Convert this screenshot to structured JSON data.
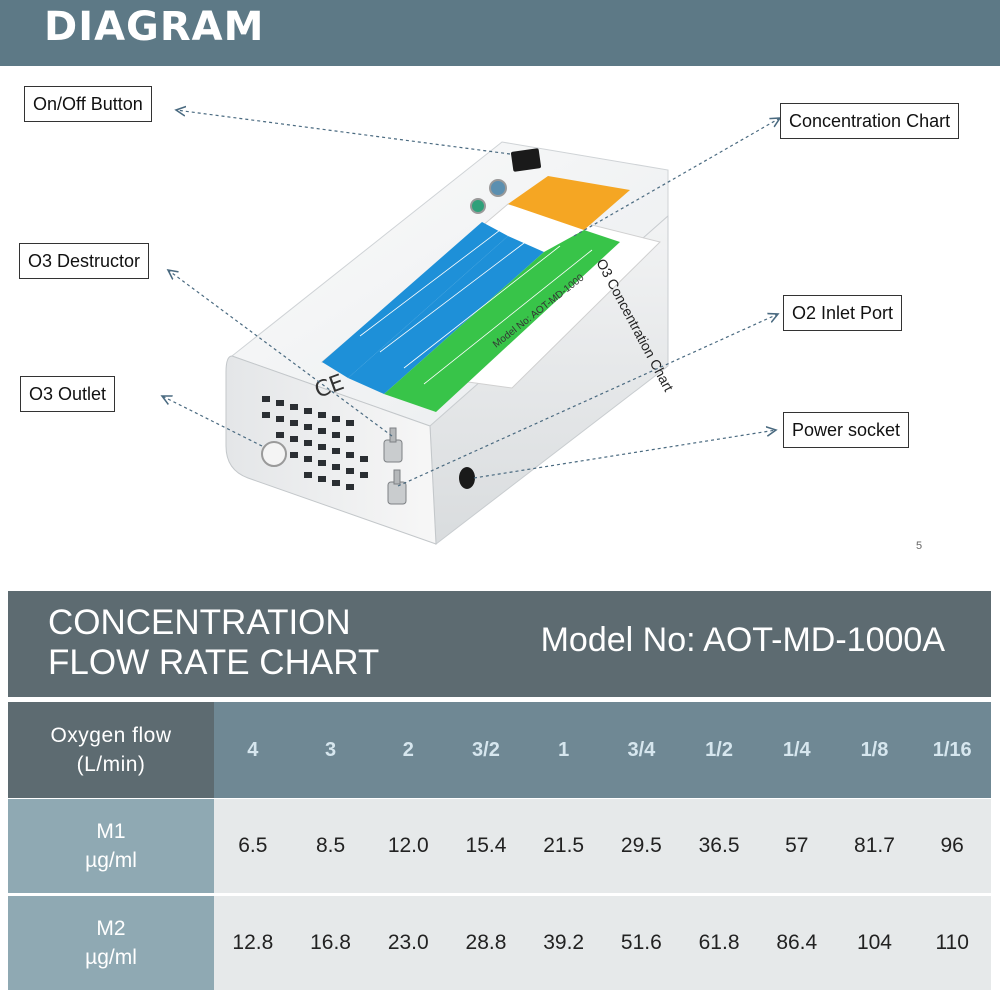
{
  "banner": {
    "title": "DIAGRAM"
  },
  "diagram": {
    "callouts": {
      "on_off": "On/Off Button",
      "concentration_chart": "Concentration Chart",
      "o3_destructor": "O3 Destructor",
      "o2_inlet": "O2 Inlet Port",
      "o3_outlet": "O3 Outlet",
      "power_socket": "Power socket"
    },
    "page_number": "5",
    "device_labels": {
      "chart_title": "O3 Concentration Chart",
      "model": "Model No: AOT-MD-1000",
      "ce_mark": "CE"
    }
  },
  "chart": {
    "title_line1": "CONCENTRATION",
    "title_line2": "FLOW RATE  CHART",
    "model": "Model No: AOT-MD-1000A",
    "header_label_line1": "Oxygen flow",
    "header_label_line2": "(L/min)",
    "flows": [
      "4",
      "3",
      "2",
      "3/2",
      "1",
      "3/4",
      "1/2",
      "1/4",
      "1/8",
      "1/16"
    ],
    "rows": [
      {
        "label_line1": "M1",
        "label_line2": "µg/ml",
        "values": [
          "6.5",
          "8.5",
          "12.0",
          "15.4",
          "21.5",
          "29.5",
          "36.5",
          "57",
          "81.7",
          "96"
        ]
      },
      {
        "label_line1": "M2",
        "label_line2": "µg/ml",
        "values": [
          "12.8",
          "16.8",
          "23.0",
          "28.8",
          "39.2",
          "51.6",
          "61.8",
          "86.4",
          "104",
          "110"
        ]
      }
    ]
  },
  "colors": {
    "banner": "#5d7986",
    "header_dark": "#5d6b71",
    "header_row": "#6f8894",
    "label_cell": "#8fa9b3",
    "data_row": "#e6e9ea",
    "device_orange": "#f5a623",
    "device_blue": "#1e90d8",
    "device_green": "#38c449"
  }
}
